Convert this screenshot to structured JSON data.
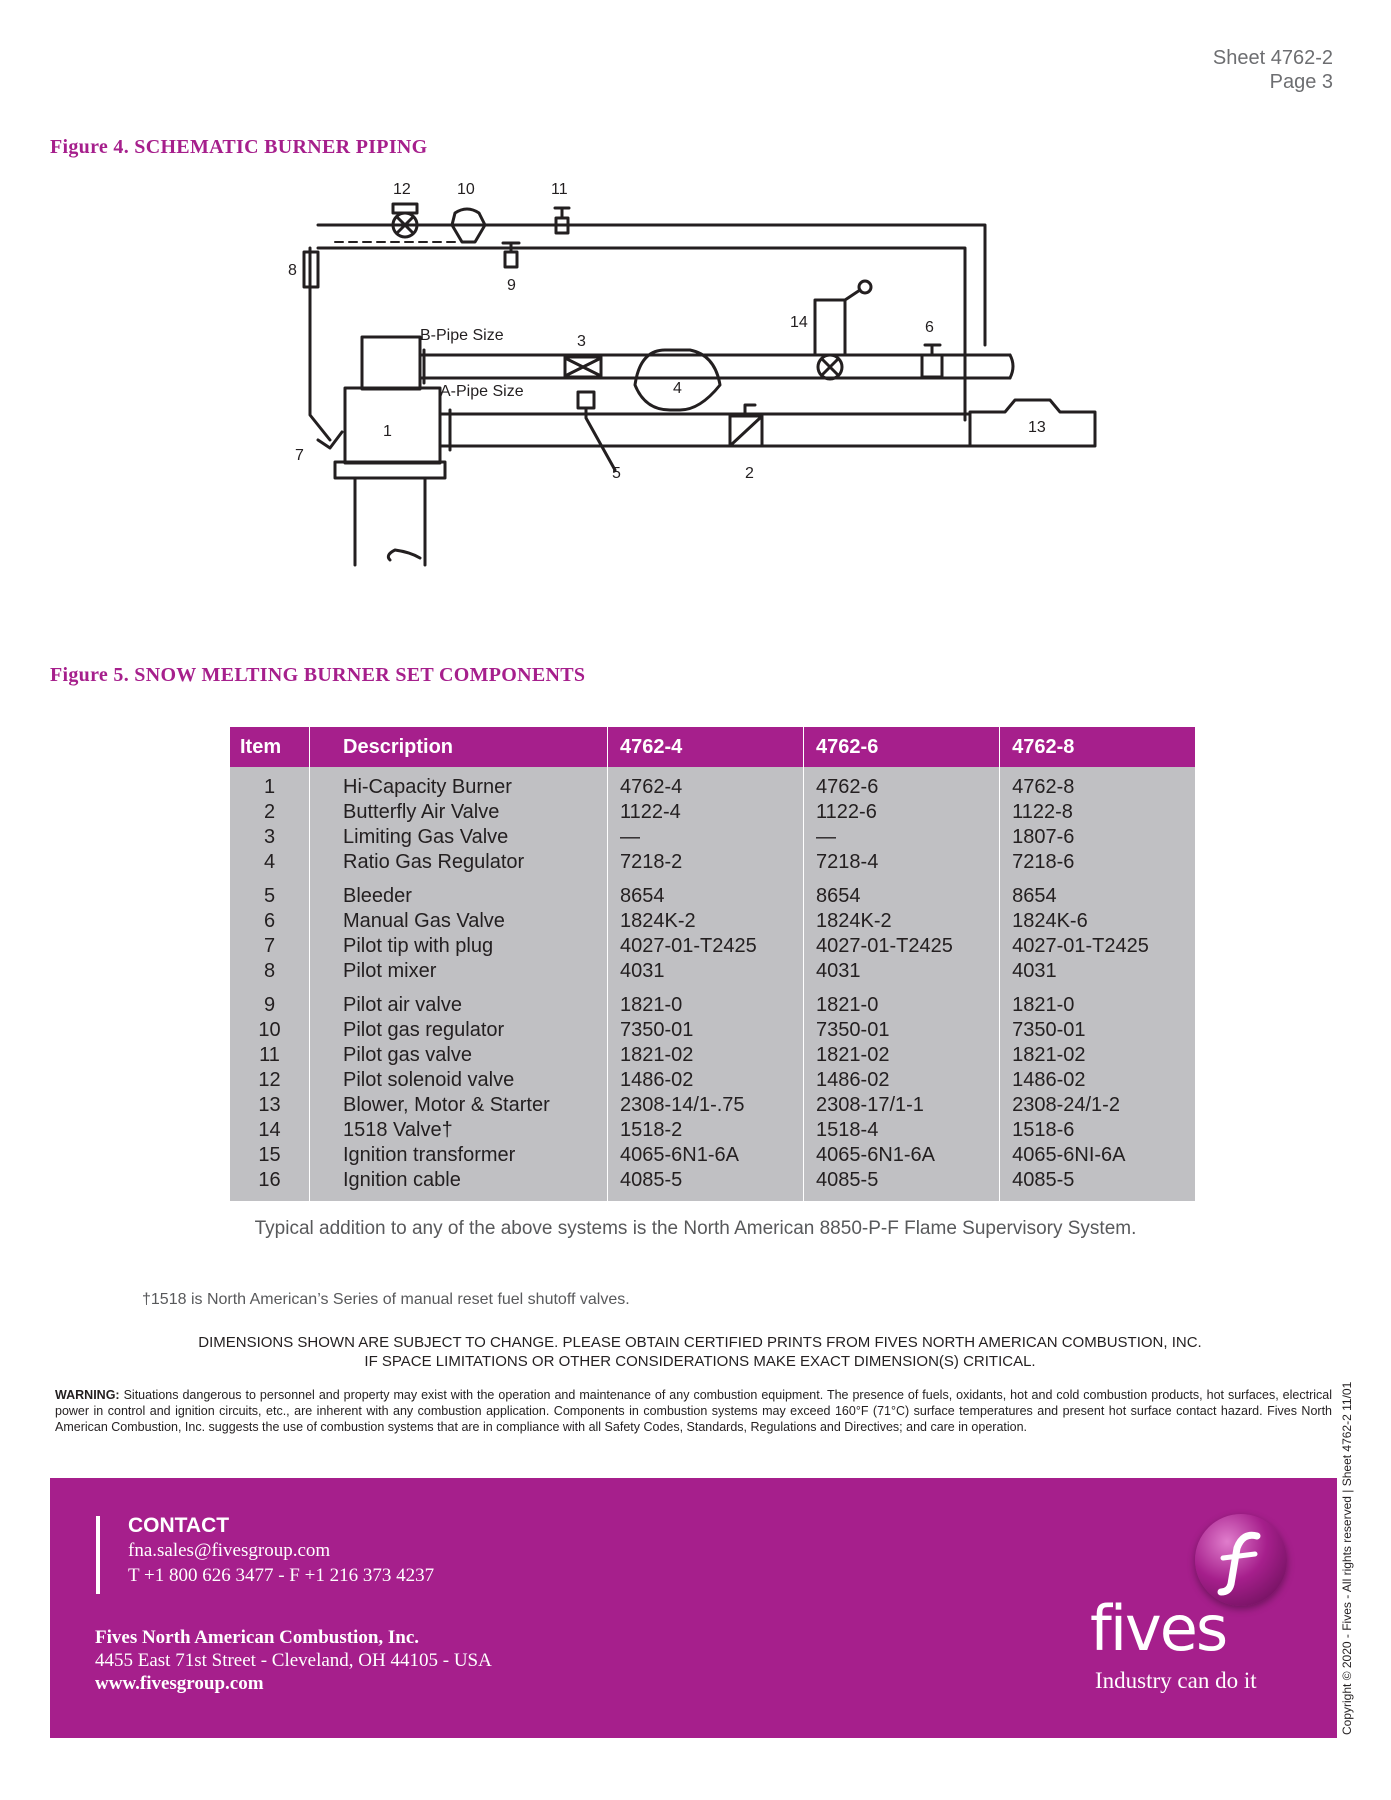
{
  "header": {
    "sheet": "Sheet 4762-2",
    "page": "Page 3"
  },
  "figure4": {
    "title": "Figure 4. SCHEMATIC BURNER PIPING",
    "labels": {
      "n1": "1",
      "n2": "2",
      "n3": "3",
      "n4": "4",
      "n5": "5",
      "n6": "6",
      "n7": "7",
      "n8": "8",
      "n9": "9",
      "n10": "10",
      "n11": "11",
      "n12": "12",
      "n13": "13",
      "n14": "14",
      "b_pipe": "B-Pipe Size",
      "a_pipe": "A-Pipe Size"
    }
  },
  "figure5": {
    "title": "Figure 5. SNOW MELTING BURNER SET COMPONENTS",
    "headers": [
      "Item",
      "Description",
      "4762-4",
      "4762-6",
      "4762-8"
    ],
    "rows": [
      [
        "1",
        "Hi-Capacity Burner",
        "4762-4",
        "4762-6",
        "4762-8"
      ],
      [
        "2",
        "Butterfly Air Valve",
        "1122-4",
        "1122-6",
        "1122-8"
      ],
      [
        "3",
        "Limiting Gas Valve",
        "—",
        "—",
        "1807-6"
      ],
      [
        "4",
        "Ratio Gas Regulator",
        "7218-2",
        "7218-4",
        "7218-6"
      ],
      [
        "5",
        "Bleeder",
        "8654",
        "8654",
        "8654"
      ],
      [
        "6",
        "Manual Gas Valve",
        "1824K-2",
        "1824K-2",
        "1824K-6"
      ],
      [
        "7",
        "Pilot tip with plug",
        "4027-01-T2425",
        "4027-01-T2425",
        "4027-01-T2425"
      ],
      [
        "8",
        "Pilot mixer",
        "4031",
        "4031",
        "4031"
      ],
      [
        "9",
        "Pilot air valve",
        "1821-0",
        "1821-0",
        "1821-0"
      ],
      [
        "10",
        "Pilot gas regulator",
        "7350-01",
        "7350-01",
        "7350-01"
      ],
      [
        "11",
        "Pilot gas valve",
        "1821-02",
        "1821-02",
        "1821-02"
      ],
      [
        "12",
        "Pilot solenoid valve",
        "1486-02",
        "1486-02",
        "1486-02"
      ],
      [
        "13",
        "Blower, Motor & Starter",
        "2308-14/1-.75",
        "2308-17/1-1",
        "2308-24/1-2"
      ],
      [
        "14",
        "1518 Valve†",
        "1518-2",
        "1518-4",
        "1518-6"
      ],
      [
        "15",
        "Ignition transformer",
        "4065-6N1-6A",
        "4065-6N1-6A",
        "4065-6NI-6A"
      ],
      [
        "16",
        "Ignition cable",
        "4085-5",
        "4085-5",
        "4085-5"
      ]
    ]
  },
  "notes": {
    "typical": "Typical addition to any of the above systems is the North American 8850-P-F Flame Supervisory System.",
    "dagger": "†1518 is North American’s Series of manual reset fuel shutoff valves.",
    "dimensions_1": "DIMENSIONS SHOWN ARE SUBJECT TO CHANGE. PLEASE OBTAIN CERTIFIED PRINTS FROM FIVES NORTH AMERICAN COMBUSTION, INC.",
    "dimensions_2": "IF SPACE LIMITATIONS OR OTHER CONSIDERATIONS MAKE EXACT DIMENSION(S) CRITICAL.",
    "warning_label": "WARNING:",
    "warning_text": "Situations dangerous to personnel and property may exist with the operation and maintenance of any combustion equipment. The presence of fuels, oxidants, hot and cold combustion products, hot surfaces, electrical power in control and ignition circuits, etc., are inherent with any combustion application. Components in combustion systems may exceed 160°F (71°C) surface temperatures and present hot surface contact hazard. Fives North American Combustion, Inc. suggests the use of combustion systems that are in compliance with all Safety Codes, Standards, Regulations and Directives; and care in operation."
  },
  "footer": {
    "contact_title": "CONTACT",
    "email": "fna.sales@fivesgroup.com",
    "phone": "T +1 800 626 3477 - F +1 216 373 4237",
    "company": "Fives North American Combustion, Inc.",
    "address": "4455 East 71st Street - Cleveland, OH 44105 - USA",
    "website": "www.fivesgroup.com",
    "logo_word": "fives",
    "tagline": "Industry can do it",
    "brand_color": "#a61f8c"
  },
  "copyright": "Copyright © 2020 - Fives - All rights reserved | Sheet 4762-2 11/01"
}
